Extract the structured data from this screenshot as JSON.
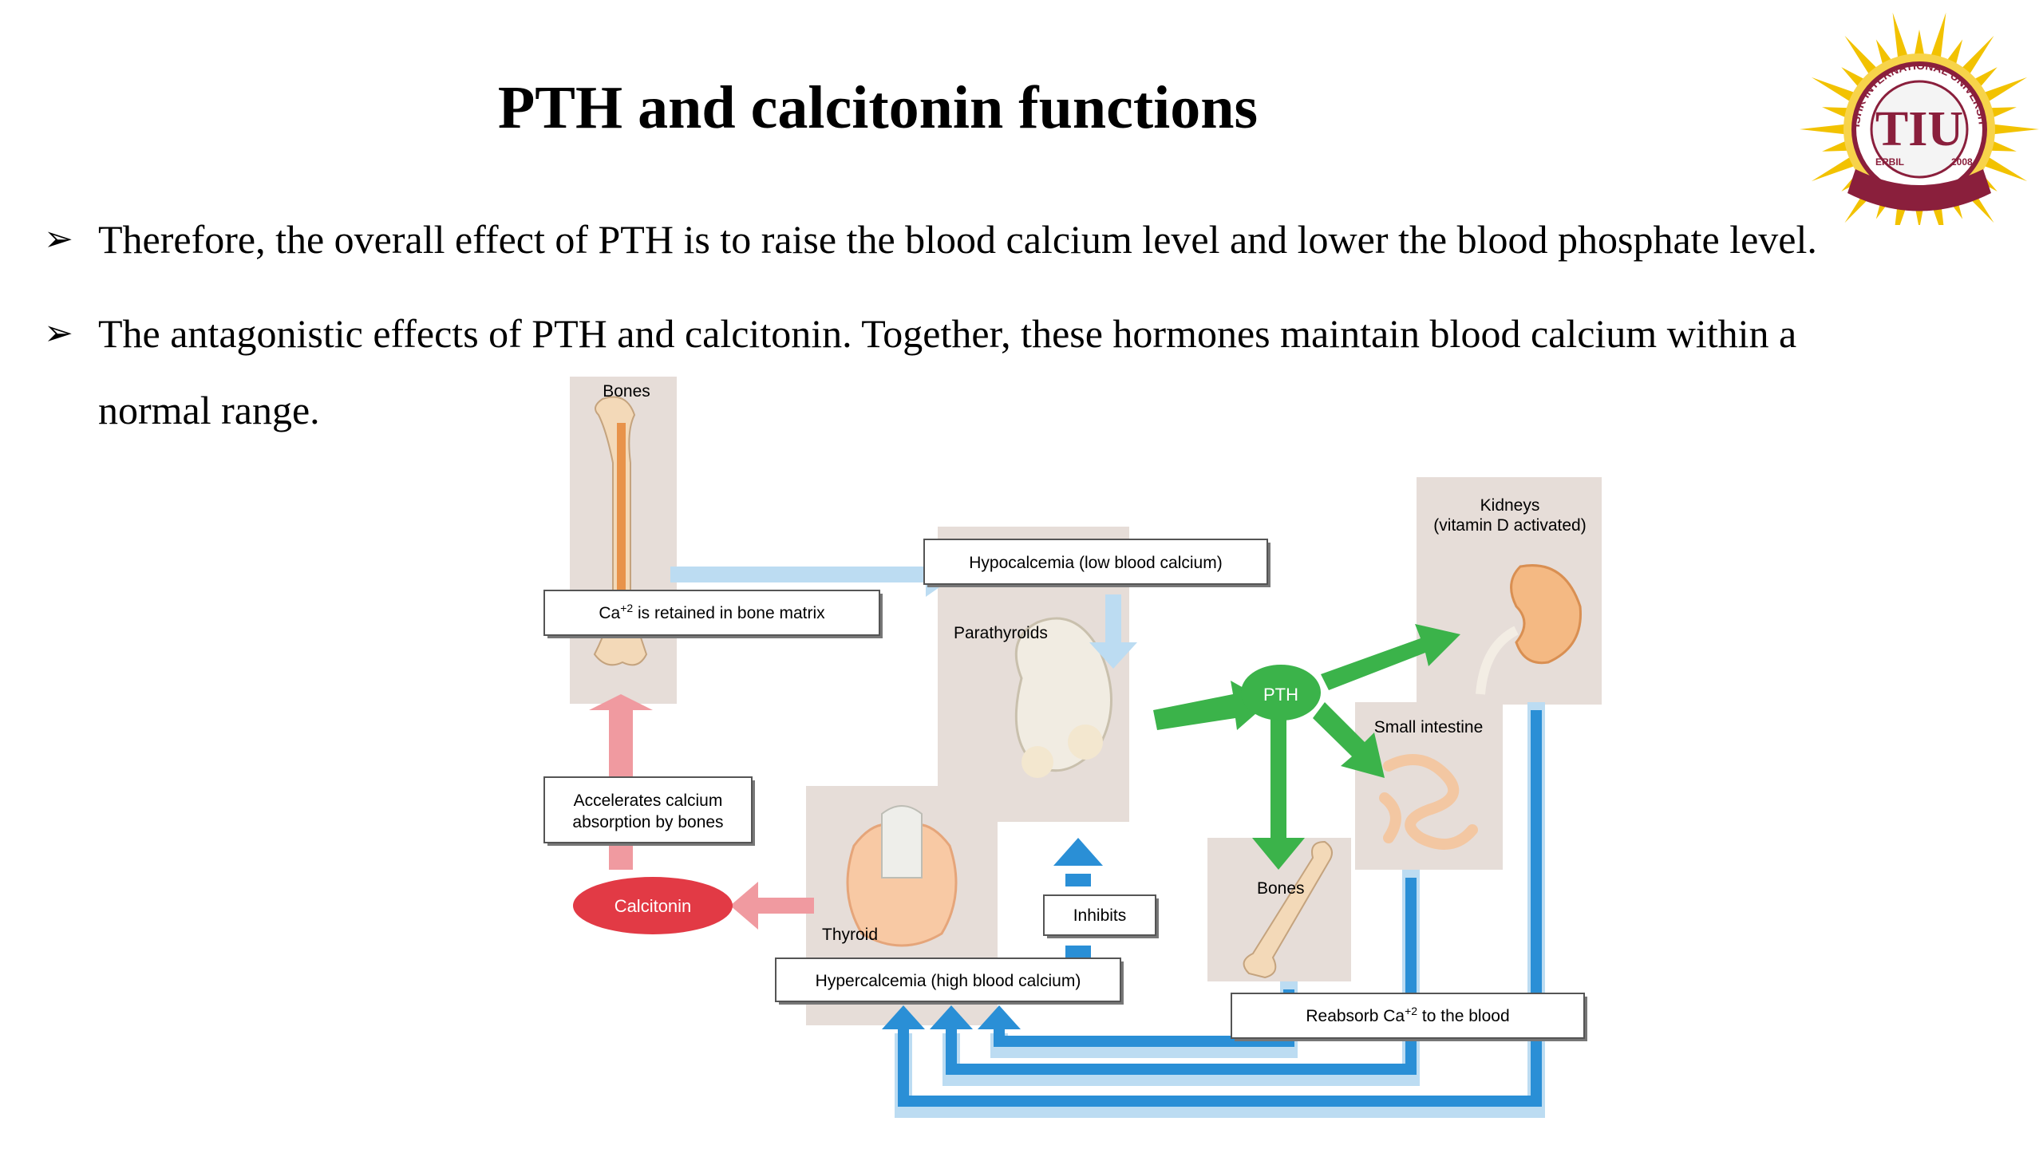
{
  "title": "PTH and calcitonin functions",
  "bullets": [
    {
      "marker": "➢",
      "lines": [
        "Therefore, the overall effect of PTH is to raise the blood calcium level and lower the blood phosphate level."
      ]
    },
    {
      "marker": "➢",
      "lines": [
        "The antagonistic effects of PTH and calcitonin. Together, these hormones maintain blood calcium within a",
        "normal range."
      ]
    }
  ],
  "logo": {
    "initials": "TIU",
    "arc_text": "TISHK INTERNATIONAL UNIVERSITY",
    "city": "ERBIL",
    "year": "2008",
    "colors": {
      "sun": "#f2c200",
      "maroon": "#8a1f3c"
    }
  },
  "diagram": {
    "bones_top": "Bones",
    "retained_pre": "Ca",
    "retained_sup": "+2",
    "retained_post": " is retained in bone matrix",
    "hypocalcemia": "Hypocalcemia (low blood calcium)",
    "parathyroids": "Parathyroids",
    "kidneys_line1": "Kidneys",
    "kidneys_line2": "(vitamin D activated)",
    "pth": "PTH",
    "small_intestine": "Small intestine",
    "bones_bottom": "Bones",
    "accelerates_line1": "Accelerates calcium",
    "accelerates_line2": "absorption by bones",
    "calcitonin": "Calcitonin",
    "thyroid": "Thyroid",
    "inhibits": "Inhibits",
    "hypercalcemia": "Hypercalcemia (high blood calcium)",
    "reabsorb_pre": "Reabsorb Ca",
    "reabsorb_sup": "+2",
    "reabsorb_post": " to the blood",
    "colors": {
      "panel": "#e6ddd8",
      "light_blue": "#bcdcf2",
      "dark_blue": "#2a8fd6",
      "green": "#3bb34a",
      "pink": "#f09aa0",
      "red": "#e23a45",
      "bone": "#f3d9b8"
    }
  }
}
